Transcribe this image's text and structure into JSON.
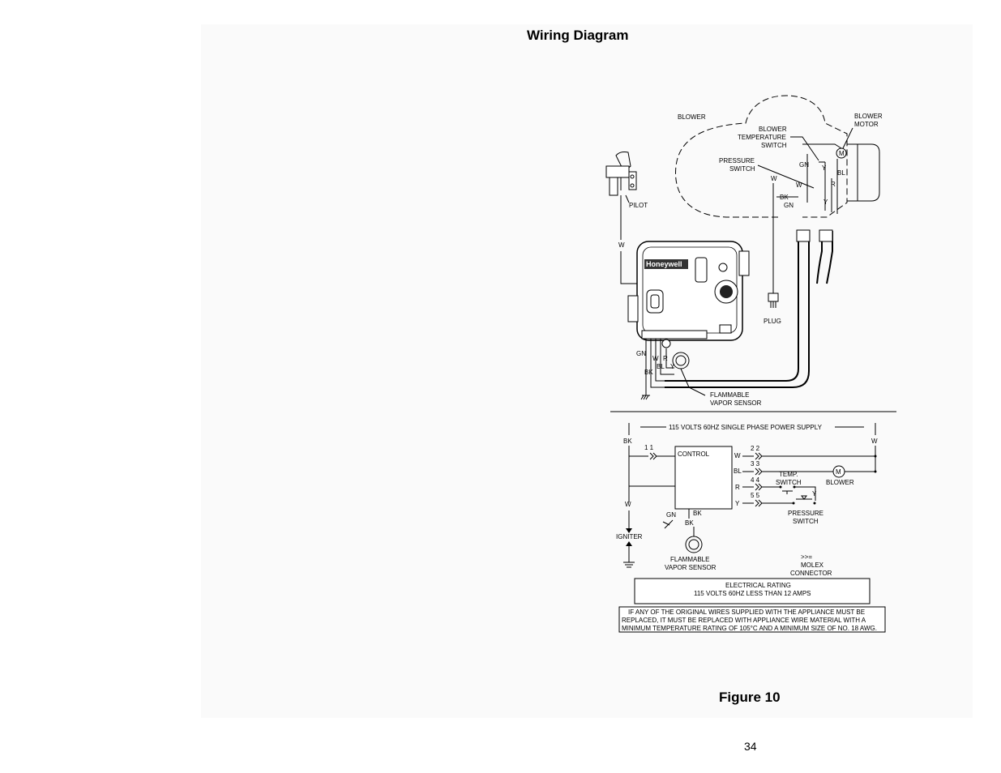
{
  "page": {
    "title": "Wiring Diagram",
    "figure_caption": "Figure 10",
    "page_number": "34"
  },
  "pictorial": {
    "blower": "BLOWER",
    "blower_motor_1": "BLOWER",
    "blower_motor_2": "MOTOR",
    "blower_temp_switch_1": "BLOWER",
    "blower_temp_switch_2": "TEMPERATURE",
    "blower_temp_switch_3": "SWITCH",
    "pressure_switch_1": "PRESSURE",
    "pressure_switch_2": "SWITCH",
    "pilot": "PILOT",
    "plug": "PLUG",
    "flammable_sensor_1": "FLAMMABLE",
    "flammable_sensor_2": "VAPOR SENSOR",
    "brand": "Honeywell",
    "motor_symbol": "M",
    "wire_w": "W",
    "wire_gn": "GN",
    "wire_bk": "BK",
    "wire_bl": "BL",
    "wire_r": "R",
    "wire_y": "Y"
  },
  "schematic": {
    "power_supply": "115 VOLTS 60HZ SINGLE PHASE POWER SUPPLY",
    "bk": "BK",
    "w": "W",
    "control": "CONTROL",
    "temp_switch_1": "TEMP.",
    "temp_switch_2": "SWITCH",
    "blower": "BLOWER",
    "pressure_switch_1": "PRESSURE",
    "pressure_switch_2": "SWITCH",
    "igniter": "IGNITER",
    "gn": "GN",
    "flammable_sensor_1": "FLAMMABLE",
    "flammable_sensor_2": "VAPOR SENSOR",
    "molex_symbol": ">>=",
    "molex_1": "MOLEX",
    "molex_2": "CONNECTOR",
    "motor_symbol": "M",
    "pin_w": "W",
    "pin_bl": "BL",
    "pin_r": "R",
    "pin_y": "Y",
    "y_label": "Y",
    "connector_numbers": {
      "c1": "1  1",
      "c2": "2  2",
      "c3": "3  3",
      "c4": "4  4",
      "c5": "5  5"
    },
    "electrical_rating_1": "ELECTRICAL RATING",
    "electrical_rating_2": "115 VOLTS   60HZ    LESS THAN 12 AMPS",
    "warning_1": "IF ANY OF THE ORIGINAL WIRES SUPPLIED WITH THE APPLIANCE MUST BE",
    "warning_2": "REPLACED, IT MUST BE REPLACED WITH APPLIANCE WIRE MATERIAL WITH A",
    "warning_3": "MINIMUM TEMPERATURE RATING OF 105°C AND A MINIMUM SIZE OF NO. 18 AWG."
  }
}
